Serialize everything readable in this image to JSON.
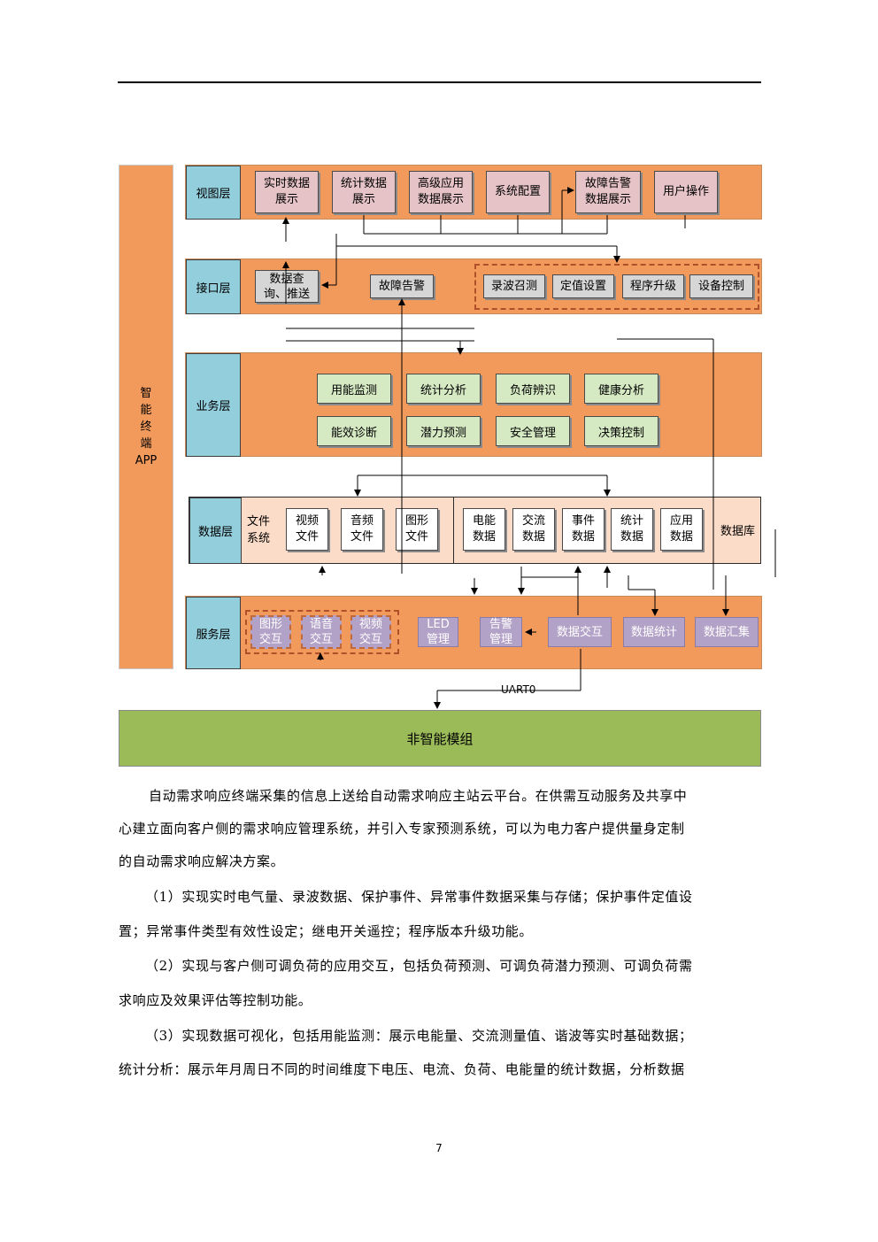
{
  "diagram": {
    "side_label": "智\n能\n终\n端\nAPP",
    "layers": {
      "view": "视图层",
      "interface": "接口层",
      "business": "业务层",
      "data": "数据层",
      "service": "服务层"
    },
    "view_boxes": [
      "实时数据\n展示",
      "统计数据\n展示",
      "高级应用\n数据展示",
      "系统配置",
      "故障告警\n数据展示",
      "用户操作"
    ],
    "interface_boxes": [
      "数据查\n询、推送",
      "故障告警",
      "录波召测",
      "定值设置",
      "程序升级",
      "设备控制"
    ],
    "business_boxes": [
      "用能监测",
      "统计分析",
      "负荷辨识",
      "健康分析",
      "能效诊断",
      "潜力预测",
      "安全管理",
      "决策控制"
    ],
    "data_left_label": "文件\n系统",
    "data_file_boxes": [
      "视频\n文件",
      "音频\n文件",
      "图形\n文件"
    ],
    "data_db_boxes": [
      "电能\n数据",
      "交流\n数据",
      "事件\n数据",
      "统计\n数据",
      "应用\n数据"
    ],
    "data_right_label": "数据库",
    "service_boxes": [
      "图形\n交互",
      "语音\n交互",
      "视频\n交互",
      "LED\n管理",
      "告警\n管理",
      "数据交互",
      "数据统计",
      "数据汇集"
    ],
    "uart_label": "UART0",
    "bottom_module": "非智能模组"
  },
  "paragraphs": [
    "自动需求响应终端采集的信息上送给自动需求响应主站云平台。在供需互动服务及共享中",
    "心建立面向客户侧的需求响应管理系统，并引入专家预测系统，可以为电力客户提供量身定制",
    "的自动需求响应解决方案。",
    "（1）实现实时电气量、录波数据、保护事件、异常事件数据采集与存储；保护事件定值设",
    "置；异常事件类型有效性设定；继电开关遥控；程序版本升级功能。",
    "（2）实现与客户侧可调负荷的应用交互，包括负荷预测、可调负荷潜力预测、可调负荷需",
    "求响应及效果评估等控制功能。",
    "（3）实现数据可视化，包括用能监测：展示电能量、交流测量值、谐波等实时基础数据；",
    "统计分析：展示年月周日不同的时间维度下电压、电流、负荷、电能量的统计数据，分析数据"
  ],
  "page_number": "7"
}
